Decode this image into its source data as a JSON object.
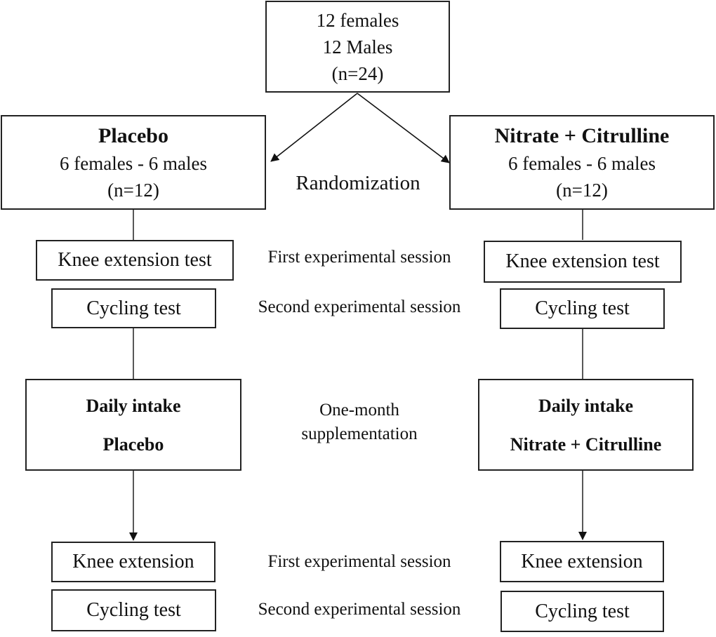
{
  "top": {
    "line1": "12 females",
    "line2": "12 Males",
    "line3": "(n=24)"
  },
  "randomization": "Randomization",
  "placebo": {
    "title": "Placebo",
    "composition": "6 females - 6 males",
    "n": "(n=12)",
    "knee_test": "Knee extension test",
    "cycling_test": "Cycling test",
    "intake_line1": "Daily intake",
    "intake_line2": "Placebo",
    "knee_post": "Knee extension",
    "cycling_post": "Cycling test"
  },
  "treatment": {
    "title": "Nitrate + Citrulline",
    "composition": "6 females - 6 males",
    "n": "(n=12)",
    "knee_test": "Knee extension test",
    "cycling_test": "Cycling test",
    "intake_line1": "Daily intake",
    "intake_line2": "Nitrate + Citrulline",
    "knee_post": "Knee extension",
    "cycling_post": "Cycling test"
  },
  "sessions": {
    "first_pre": "First experimental session",
    "second_pre": "Second experimental session",
    "supplementation_line1": "One-month",
    "supplementation_line2": "supplementation",
    "first_post": "First experimental session",
    "second_post": "Second experimental session"
  }
}
